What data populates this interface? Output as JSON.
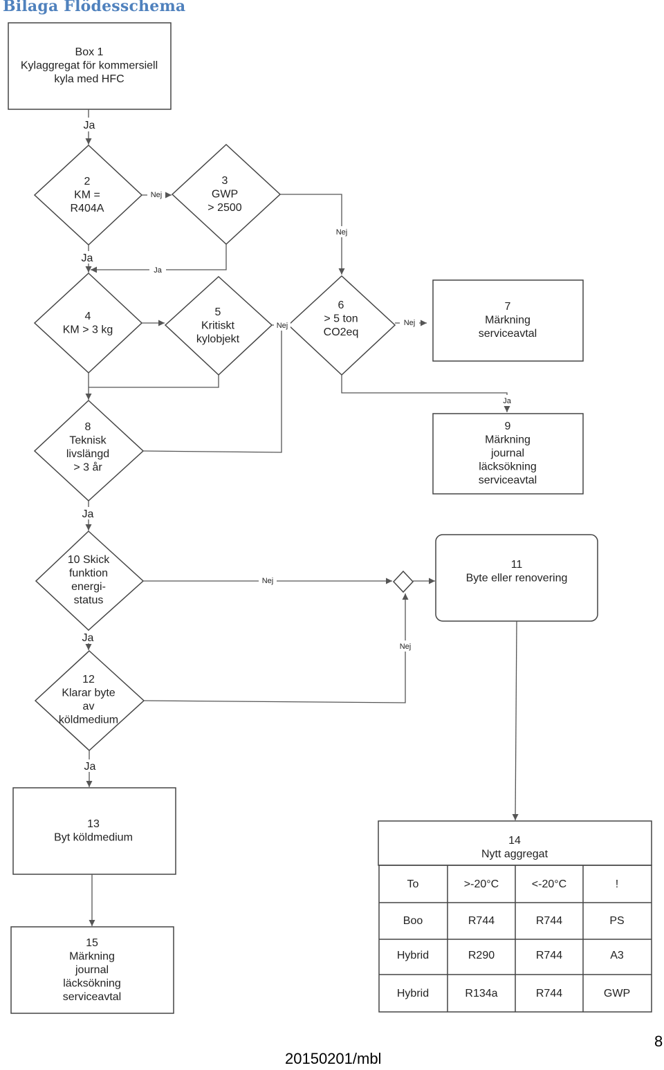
{
  "page_title": "Bilaga Flödesschema",
  "footer": "20150201/mbl",
  "page_number": "8",
  "nodes": {
    "n1": [
      "Box 1",
      "Kylaggregat för kommersiell",
      "kyla med HFC"
    ],
    "n2": [
      "2",
      "KM =",
      "R404A"
    ],
    "n3": [
      "3",
      "GWP",
      "> 2500"
    ],
    "n4": [
      "4",
      "KM > 3 kg"
    ],
    "n5": [
      "5",
      "Kritiskt",
      "kylobjekt"
    ],
    "n6": [
      "6",
      "> 5 ton",
      "CO2eq"
    ],
    "n7": [
      "7",
      "Märkning",
      "serviceavtal"
    ],
    "n8": [
      "8",
      "Teknisk",
      "livslängd",
      "> 3 år"
    ],
    "n9": [
      "9",
      "Märkning",
      "journal",
      "läcksökning",
      "serviceavtal"
    ],
    "n10": [
      "10 Skick",
      "funktion",
      "energi-",
      "status"
    ],
    "n11": [
      "11",
      "Byte eller renovering"
    ],
    "n12": [
      "12",
      "Klarar byte",
      "av",
      "köldmedium"
    ],
    "n13": [
      "13",
      "Byt köldmedium"
    ],
    "n14": [
      "14",
      "Nytt aggregat"
    ],
    "n15": [
      "15",
      "Märkning",
      "journal",
      "läcksökning",
      "serviceavtal"
    ]
  },
  "edge_labels": {
    "e1_2": "Ja",
    "e2_3": "Nej",
    "e2_4": "Ja",
    "e3_4": "Ja",
    "e3_6": "Nej",
    "e5_6": "Nej",
    "e6_7": "Nej",
    "e6_9": "Ja",
    "e8_10": "Ja",
    "e10_11": "Nej",
    "e10_12": "Ja",
    "e12_11": "Nej",
    "e12_13": "Ja"
  },
  "table": {
    "rows": [
      [
        "To",
        ">-20°C",
        "<-20°C",
        "!"
      ],
      [
        "Boo",
        "R744",
        "R744",
        "PS"
      ],
      [
        "Hybrid",
        "R290",
        "R744",
        "A3"
      ],
      [
        "Hybrid",
        "R134a",
        "R744",
        "GWP"
      ]
    ]
  }
}
